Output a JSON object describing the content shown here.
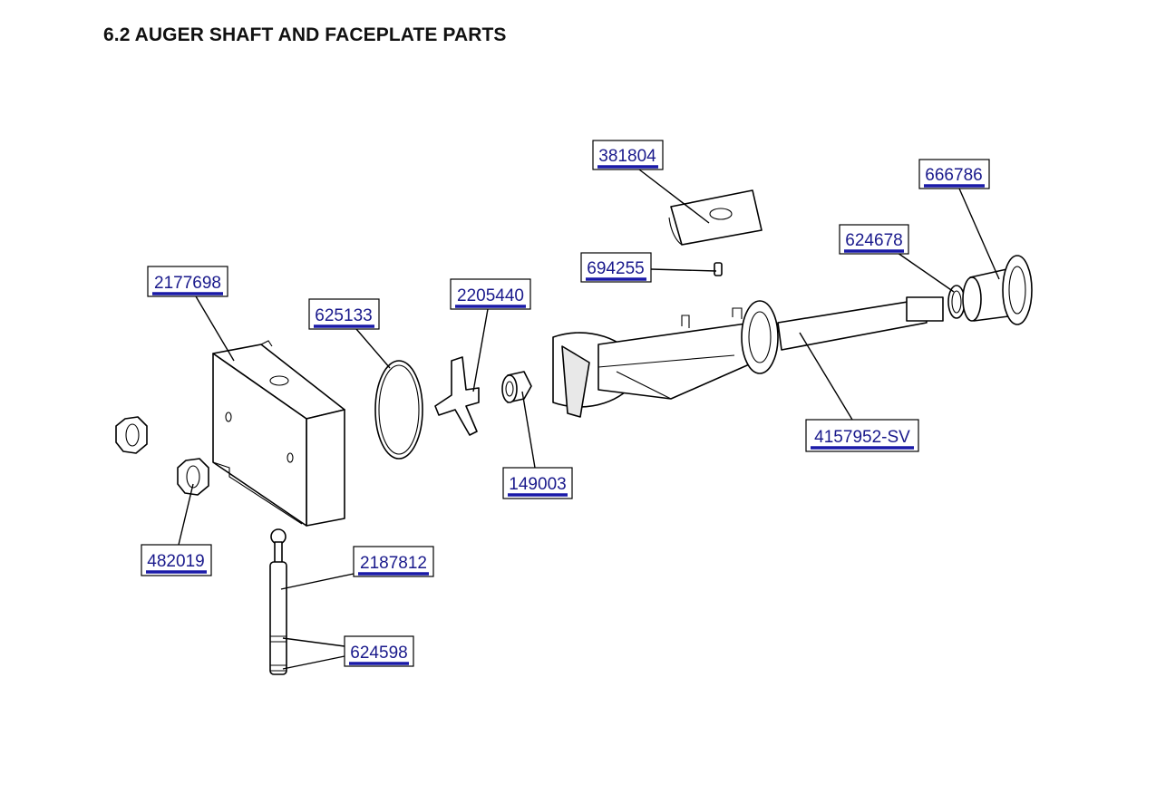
{
  "page": {
    "title": "6.2 AUGER SHAFT AND FACEPLATE PARTS"
  },
  "parts": [
    {
      "id": "381804",
      "label": "381804"
    },
    {
      "id": "666786",
      "label": "666786"
    },
    {
      "id": "624678",
      "label": "624678"
    },
    {
      "id": "694255",
      "label": "694255"
    },
    {
      "id": "2177698",
      "label": "2177698"
    },
    {
      "id": "2205440",
      "label": "2205440"
    },
    {
      "id": "625133",
      "label": "625133"
    },
    {
      "id": "4157952-SV",
      "label": "4157952-SV"
    },
    {
      "id": "149003",
      "label": "149003"
    },
    {
      "id": "482019",
      "label": "482019"
    },
    {
      "id": "2187812",
      "label": "2187812"
    },
    {
      "id": "624598",
      "label": "624598"
    }
  ],
  "colors": {
    "link": "#1a1a8c",
    "underline": "#1a1aa8",
    "line": "#000000"
  }
}
